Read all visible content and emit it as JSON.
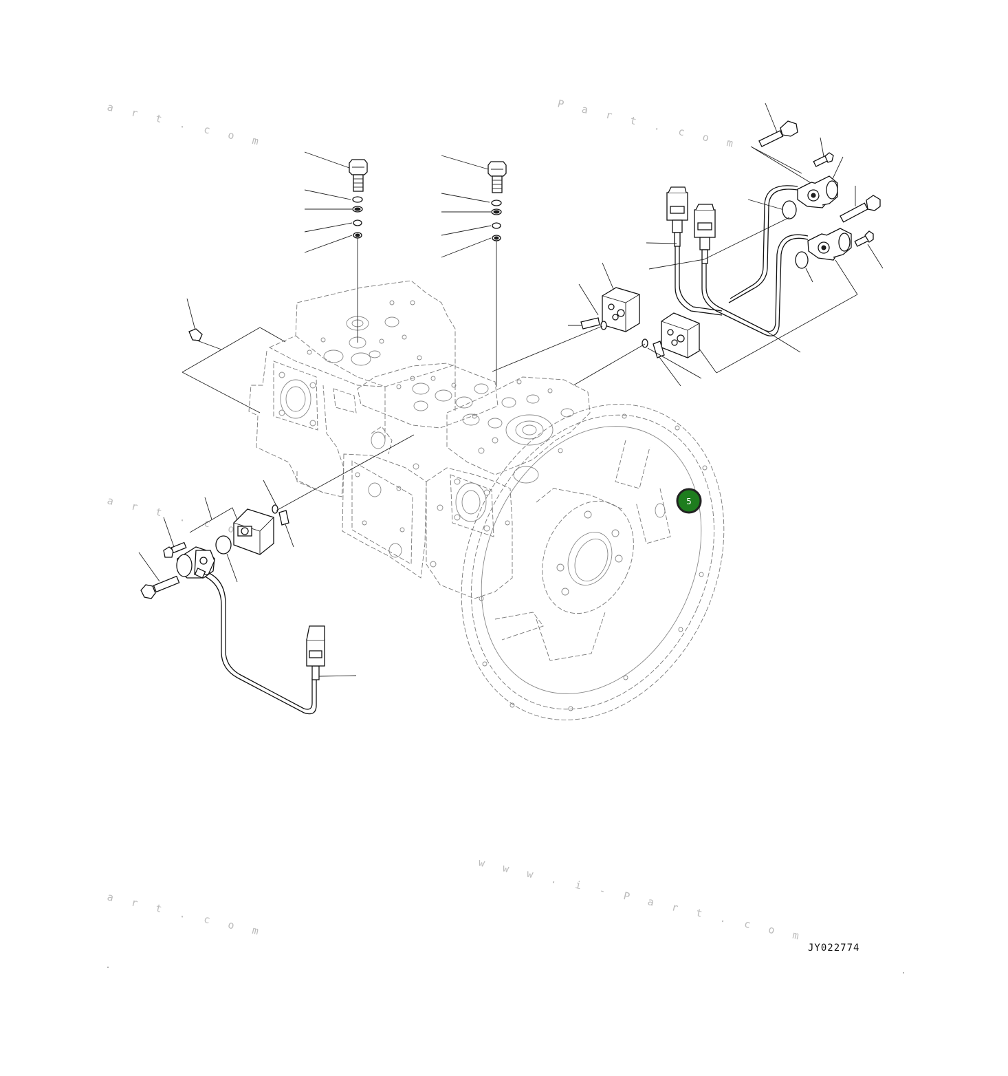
{
  "drawing": {
    "code": "JY022774",
    "watermarks": [
      {
        "text": "a r t . c o m"
      },
      {
        "text": "P a r t . c o m"
      },
      {
        "text": "a r t . c o m"
      },
      {
        "text": "w w w . i - P a r t . c o m"
      },
      {
        "text": "a r t . c o m"
      }
    ]
  },
  "hotspots": [
    {
      "label": "5",
      "color": "#1e7d1e"
    }
  ]
}
